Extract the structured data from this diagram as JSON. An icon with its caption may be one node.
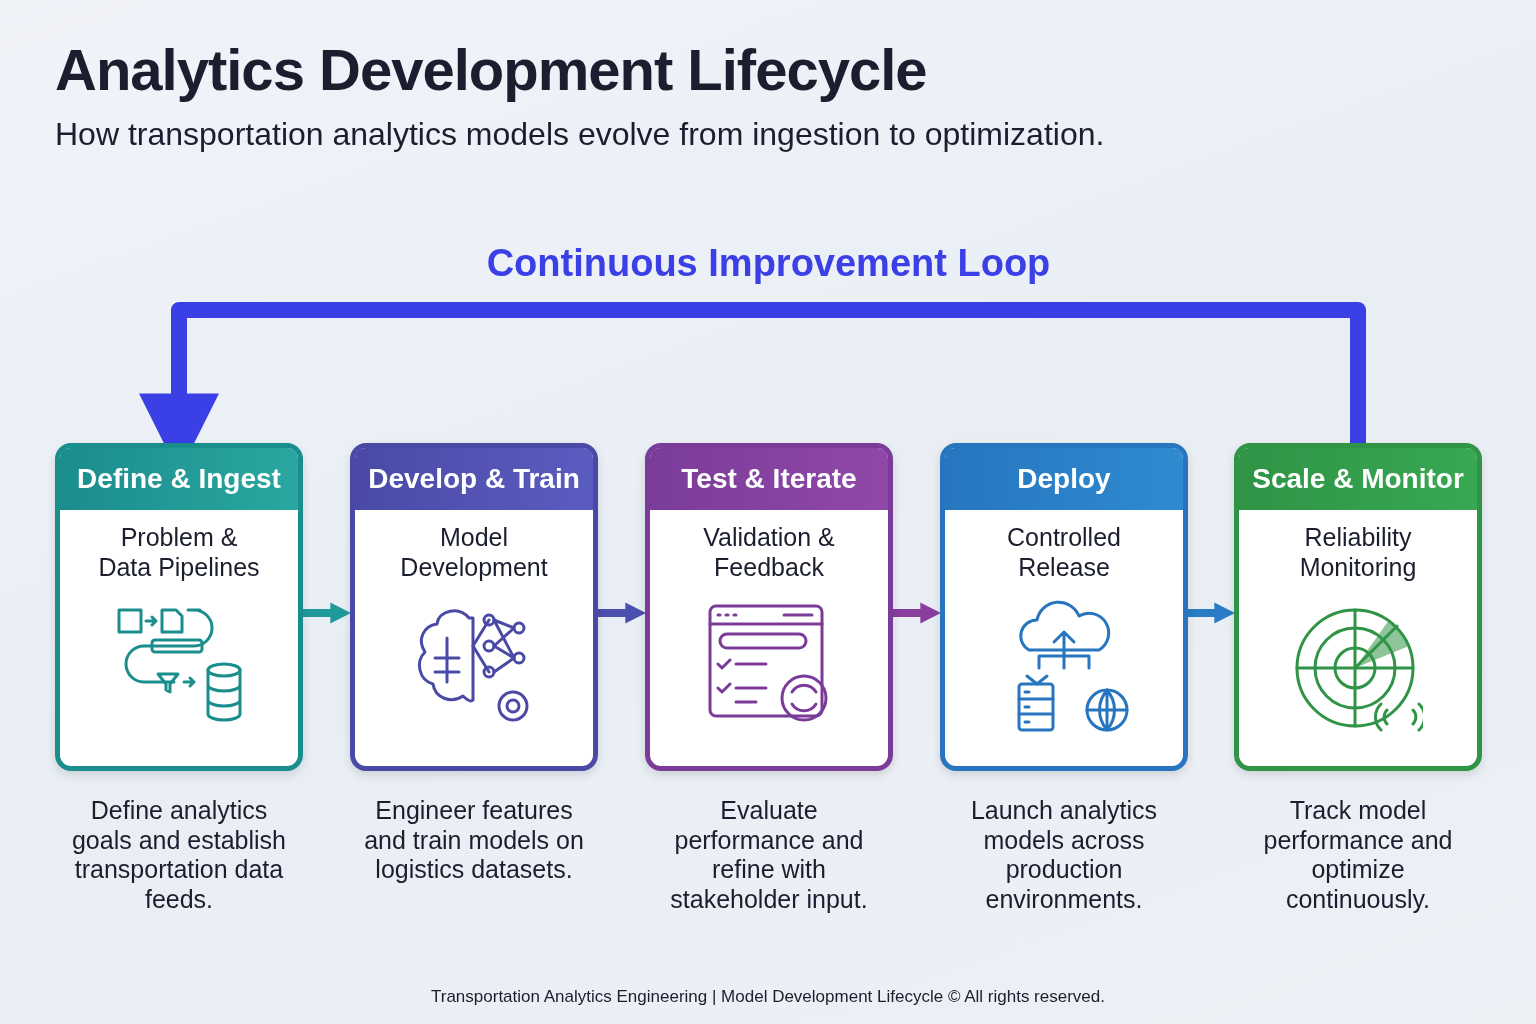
{
  "diagram": {
    "title": "Analytics Development Lifecycle",
    "caption": "How transportation analytics models evolve from ingestion to optimization.",
    "nodes": [
      {
        "text": [
          "Define & Ingest",
          "Problem & Data Pipelines"
        ],
        "beside": [
          "Define analytics goals and establish transportation data feeds."
        ]
      },
      {
        "text": [
          "Develop & Train",
          "Model Development"
        ],
        "beside": [
          "Engineer features and train models on logistics datasets."
        ]
      },
      {
        "text": [
          "Test & Iterate",
          "Validation & Feedback"
        ],
        "beside": [
          "Evaluate performance and refine with stakeholder input."
        ]
      },
      {
        "text": [
          "Deploy",
          "Controlled Release"
        ],
        "beside": [
          "Launch analytics models across production environments."
        ]
      },
      {
        "text": [
          "Scale & Monitor",
          "Reliability Monitoring"
        ],
        "beside": [
          "Track model performance and optimize continuously."
        ]
      }
    ],
    "edges": [
      {
        "from": 0,
        "to": 1,
        "arrow": "to",
        "color": "#1f9a9a"
      },
      {
        "from": 1,
        "to": 2,
        "arrow": "to",
        "color": "#4b4fb0"
      },
      {
        "from": 2,
        "to": 3,
        "arrow": "to",
        "color": "#8a3f9e"
      },
      {
        "from": 3,
        "to": 4,
        "arrow": "to",
        "color": "#2a7cc6"
      },
      {
        "from": 4,
        "to": 0,
        "arrow": "to",
        "label": "Continuous Improvement Loop",
        "style": "thick",
        "color": "#3b3fe6"
      }
    ],
    "labels": [
      "Transportation Analytics Engineering | Model Development Lifecycle © All rights reserved."
    ]
  }
}
